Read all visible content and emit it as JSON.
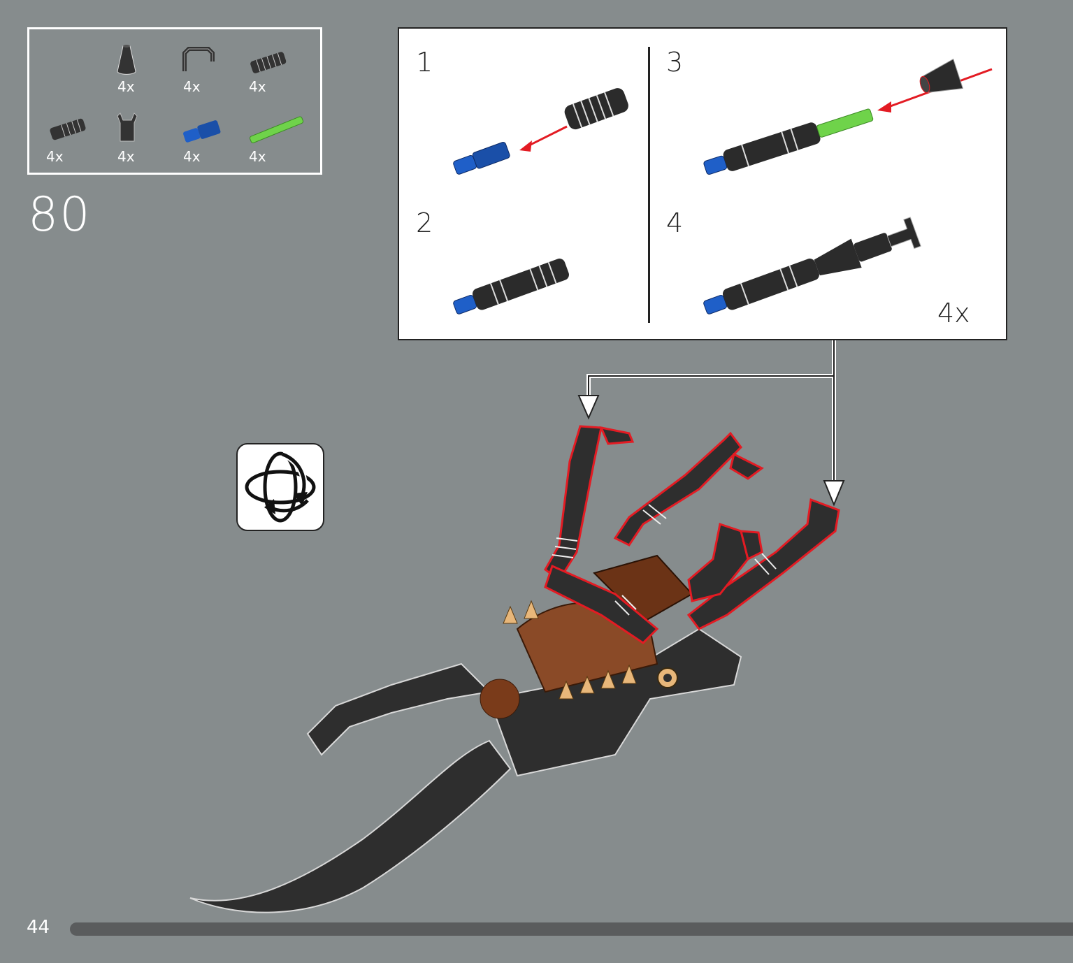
{
  "parts_list": [
    {
      "name": "cone",
      "qty": "4x"
    },
    {
      "name": "bracket",
      "qty": "4x"
    },
    {
      "name": "ribbed connector",
      "qty": "4x"
    },
    {
      "name": "ball joint connector",
      "qty": "4x"
    },
    {
      "name": "clip",
      "qty": "4x"
    },
    {
      "name": "blue pin",
      "qty": "4x"
    },
    {
      "name": "green axle",
      "qty": "4x"
    }
  ],
  "step_number": "80",
  "callout": {
    "sub_steps": [
      "1",
      "2",
      "3",
      "4"
    ],
    "multiplier": "4x"
  },
  "page_number": "44",
  "colors": {
    "background": "#868c8d",
    "highlight": "#e31b23",
    "blue_part": "#1f5fc8",
    "green_part": "#6fd34a",
    "brown_part": "#7a3b1a",
    "dark_part": "#2b2b2b"
  },
  "icons": {
    "rotate": "rotate-model-icon"
  }
}
